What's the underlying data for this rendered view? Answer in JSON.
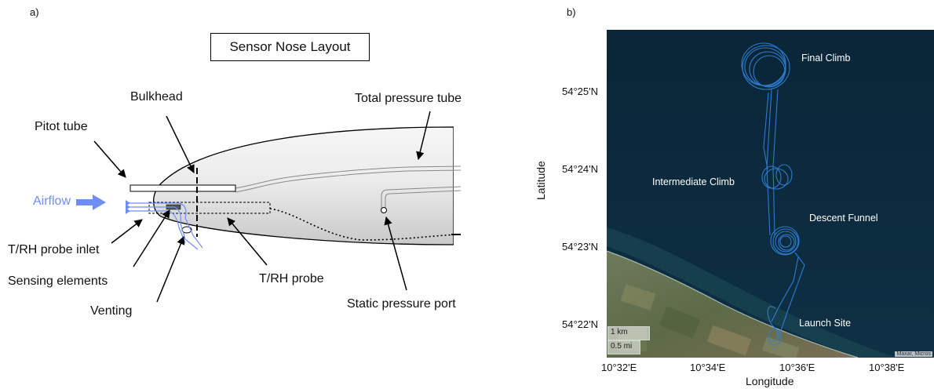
{
  "panel_a": {
    "label": "a)",
    "title": "Sensor Nose Layout",
    "airflow_label": "Airflow",
    "labels": {
      "pitot_tube": "Pitot tube",
      "bulkhead": "Bulkhead",
      "total_pressure_tube": "Total pressure tube",
      "trh_probe_inlet": "T/RH probe inlet",
      "sensing_elements": "Sensing elements",
      "venting": "Venting",
      "trh_probe": "T/RH probe",
      "static_pressure_port": "Static pressure port"
    },
    "colors": {
      "airflow": "#6f8ef5",
      "outline": "#000000"
    }
  },
  "panel_b": {
    "label": "b)",
    "y_axis_title": "Latitude",
    "x_axis_title": "Longitude",
    "lat_ticks": [
      "54°25'N",
      "54°24'N",
      "54°23'N",
      "54°22'N"
    ],
    "lon_ticks": [
      "10°32'E",
      "10°34'E",
      "10°36'E",
      "10°38'E"
    ],
    "annotations": {
      "final_climb": "Final Climb",
      "intermediate_climb": "Intermediate Climb",
      "descent_funnel": "Descent Funnel",
      "launch_site": "Launch Site"
    },
    "scale": {
      "km": "1 km",
      "mi": "0.5 mi"
    },
    "attribution": "Maxar, Micros",
    "colors": {
      "track": "#2f7fd6",
      "sea": "#0c2a3e",
      "land": "#5f6b4c"
    }
  }
}
